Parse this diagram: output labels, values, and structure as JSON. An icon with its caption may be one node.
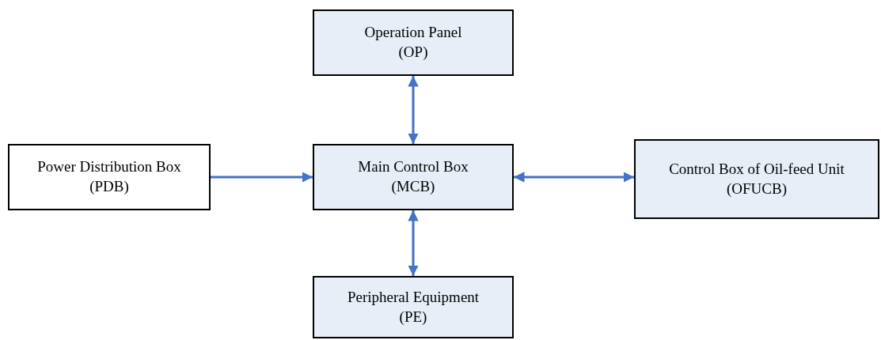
{
  "diagram": {
    "nodes": [
      {
        "text": [
          "Operation Panel",
          "(OP)"
        ]
      },
      {
        "text": [
          "Power Distribution Box",
          "(PDB)"
        ]
      },
      {
        "text": [
          "Main Control Box",
          "(MCB)"
        ]
      },
      {
        "text": [
          "Control Box of Oil-feed Unit",
          "(OFUCB)"
        ]
      },
      {
        "text": [
          "Peripheral Equipment",
          "(PE)"
        ]
      }
    ],
    "edges": [
      {
        "from": 2,
        "to": 0,
        "arrow": "both"
      },
      {
        "from": 1,
        "to": 2,
        "arrow": "to"
      },
      {
        "from": 2,
        "to": 3,
        "arrow": "both"
      },
      {
        "from": 2,
        "to": 4,
        "arrow": "both"
      }
    ]
  }
}
